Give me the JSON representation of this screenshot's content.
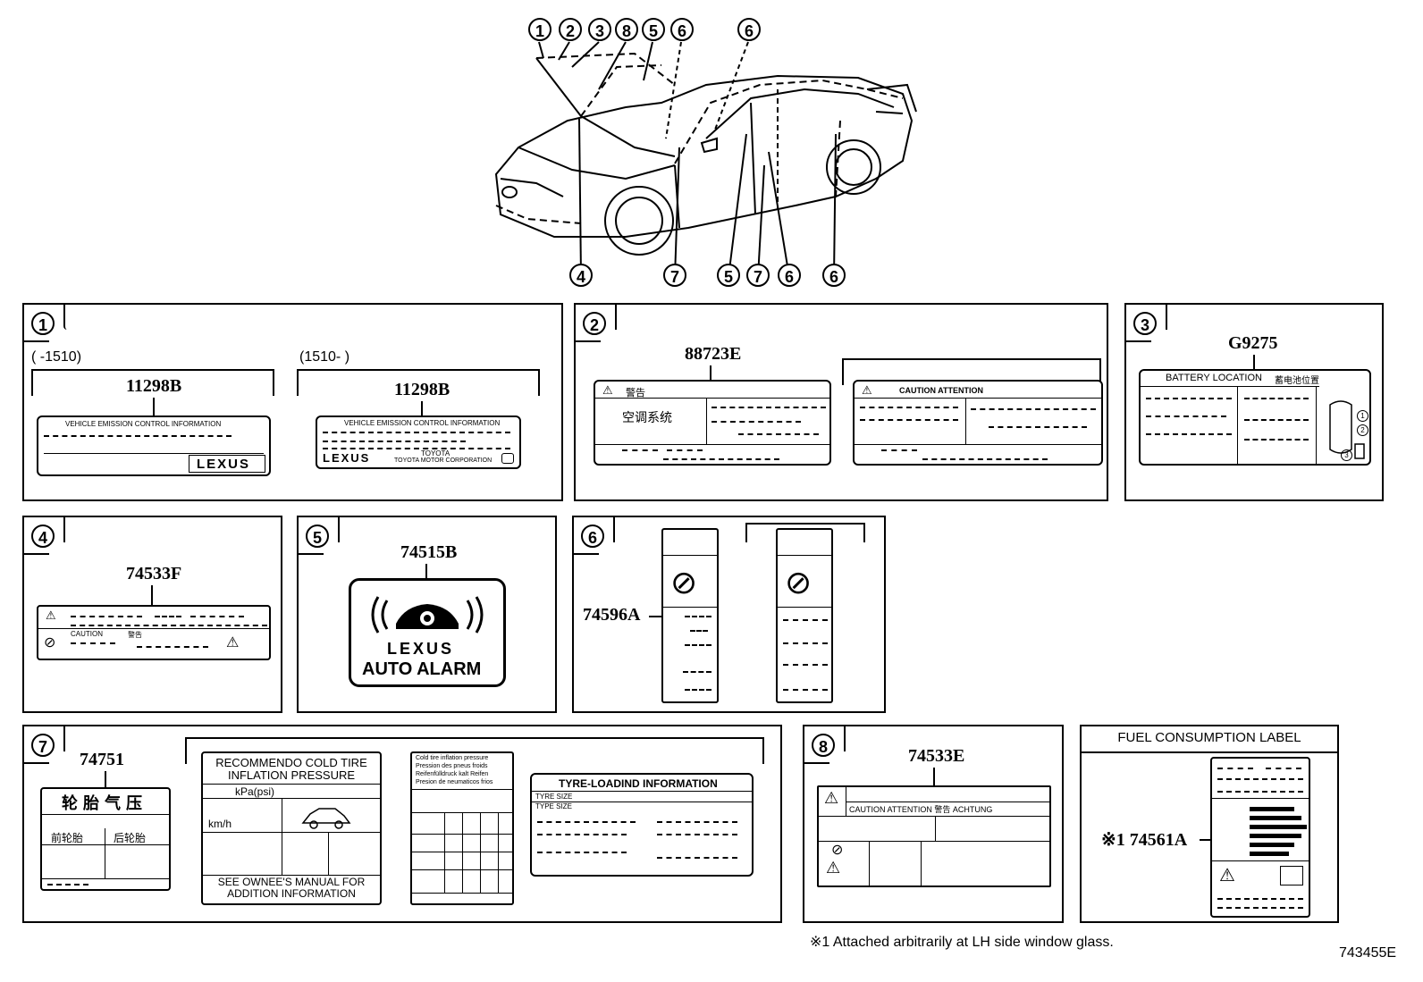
{
  "callouts": {
    "top": [
      "1",
      "2",
      "3",
      "8",
      "5",
      "6",
      "6"
    ],
    "bottom": [
      "4",
      "7",
      "5",
      "7",
      "6",
      "6"
    ]
  },
  "panels": {
    "p1": {
      "num": "1",
      "range_a": "(      -1510)",
      "range_b": "(1510-      )",
      "part_a": "11298B",
      "part_b": "11298B",
      "label_a_title": "VEHICLE EMISSION CONTROL INFORMATION",
      "label_a_brand": "LEXUS",
      "label_b_title": "VEHICLE EMISSION CONTROL INFORMATION",
      "label_b_brand": "LEXUS",
      "label_b_maker": "TOYOTA",
      "label_b_sub": "TOYOTA MOTOR CORPORATION"
    },
    "p2": {
      "num": "2",
      "part": "88723E",
      "warn_cn": "警告",
      "ac_cn": "空调系统",
      "caution": "CAUTION ATTENTION"
    },
    "p3": {
      "num": "3",
      "part": "G9275",
      "title": "BATTERY LOCATION",
      "title_cn": "蓄电池位置",
      "marks": [
        "1",
        "2",
        "3"
      ]
    },
    "p4": {
      "num": "4",
      "part": "74533F",
      "caution": "CAUTION",
      "warn_cn": "警告"
    },
    "p5": {
      "num": "5",
      "part": "74515B",
      "brand": "LEXUS",
      "text": "AUTO ALARM"
    },
    "p6": {
      "num": "6",
      "part": "74596A"
    },
    "p7": {
      "num": "7",
      "part": "74751",
      "cn_title": "轮胎气压",
      "cn_front": "前轮胎",
      "cn_rear": "后轮胎",
      "tire_title": "RECOMMENDO COLD TIRE INFLATION PRESSURE",
      "tire_unit": "kPa(psi)",
      "tire_speed": "km/h",
      "tire_footer": "SEE OWNEE'S MANUAL FOR ADDITION INFORMATION",
      "multi_lines": [
        "Cold tire inflation pressure",
        "Pression des pneus froids",
        "Reifenfülldruck kalt Reifen",
        "Presion de neumaticos frios"
      ],
      "load_title": "TYRE-LOADIND INFORMATION",
      "load_rows": [
        "TYRE SIZE",
        "TYPE SIZE"
      ]
    },
    "p8": {
      "num": "8",
      "part": "74533E",
      "caution": "CAUTION  ATTENTION  警告  ACHTUNG"
    },
    "fuel": {
      "title": "FUEL CONSUMPTION LABEL",
      "part": "※1 74561A"
    }
  },
  "footnote": "※1  Attached arbitrarily at LH side window glass.",
  "drawing_number": "743455E"
}
